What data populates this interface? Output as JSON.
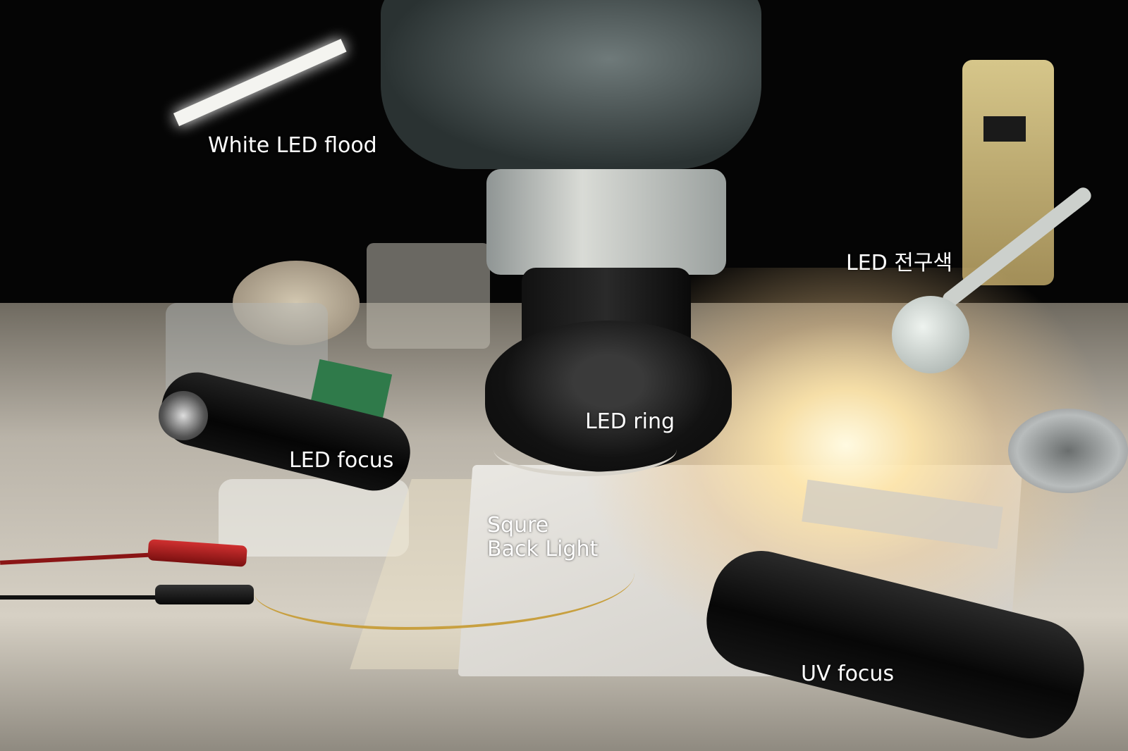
{
  "labels": {
    "white_led_flood": "White LED flood",
    "led_warm": "LED 전구색",
    "led_ring": "LED ring",
    "led_focus": "LED focus",
    "square_back_light_1": "Squre",
    "square_back_light_2": "Back Light",
    "uv_focus": "UV focus"
  }
}
